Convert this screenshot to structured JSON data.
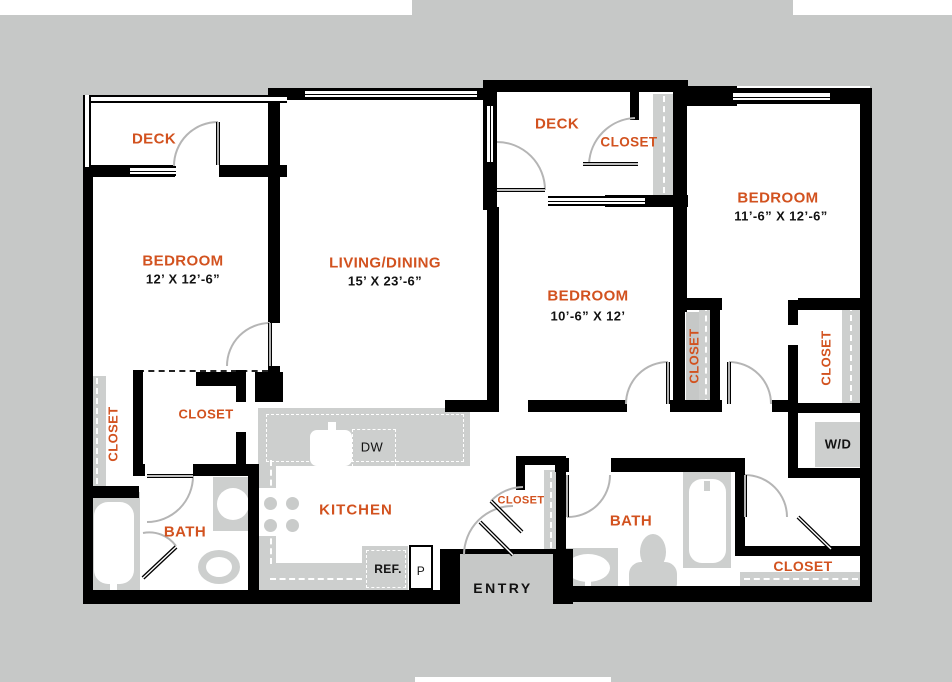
{
  "palette": {
    "accent": "#d2521f",
    "background_gray": "#c6c8c7",
    "fixture_gray": "#cdcfce",
    "wall_black": "#000000",
    "door_arc_gray": "#b5b5b5",
    "dimension_text": "#121212"
  },
  "rooms": {
    "deck_left": {
      "label": "DECK"
    },
    "bedroom_left": {
      "label": "BEDROOM",
      "dims": "12’ X 12’-6”"
    },
    "living": {
      "label": "LIVING/DINING",
      "dims": "15’ X 23’-6”"
    },
    "deck_mid": {
      "label": "DECK"
    },
    "closet_top": {
      "label": "CLOSET"
    },
    "bedroom_right": {
      "label": "BEDROOM",
      "dims": "11’-6” X 12’-6”"
    },
    "bedroom_mid": {
      "label": "BEDROOM",
      "dims": "10’-6” X 12’"
    },
    "closet_mid": {
      "label": "CLOSET"
    },
    "closet_right": {
      "label": "CLOSET"
    },
    "laundry": {
      "label": "W/D"
    },
    "closet_left_vertical": {
      "label": "CLOSET"
    },
    "closet_left": {
      "label": "CLOSET"
    },
    "bath_left": {
      "label": "BATH"
    },
    "kitchen": {
      "label": "KITCHEN"
    },
    "dishwasher": {
      "label": "DW"
    },
    "refrigerator": {
      "label": "REF."
    },
    "pantry": {
      "label": "P"
    },
    "closet_entry": {
      "label": "CLOSET"
    },
    "entry": {
      "label": "ENTRY"
    },
    "bath_right": {
      "label": "BATH"
    },
    "closet_bottom_right": {
      "label": "CLOSET"
    }
  }
}
